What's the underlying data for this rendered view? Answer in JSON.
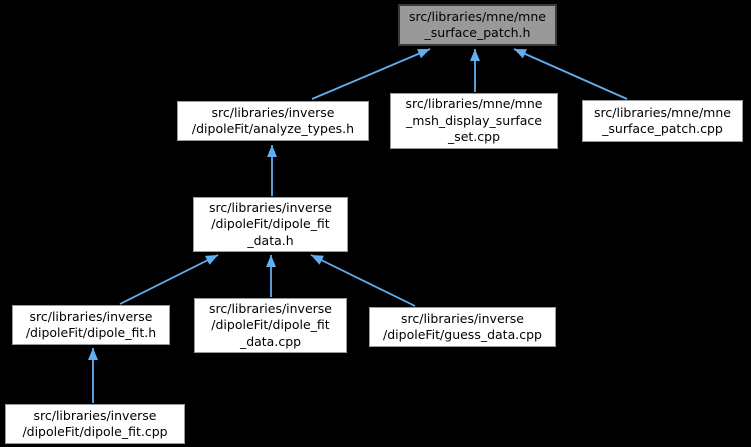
{
  "diagram": {
    "type": "include-dependency-graph",
    "background_color": "#000000",
    "edge_color": "#61aef0",
    "node_fill": "#ffffff",
    "node_border_color": "#9a9a9a",
    "node_text_color": "#000000",
    "current_node_fill": "#999999",
    "current_node_border_color": "#3a3a3a",
    "nodes": [
      {
        "id": "mne_surface_patch_h",
        "label": "src/libraries/mne/mne_surface_patch.h",
        "lines": [
          "src/libraries/mne/mne",
          "_surface_patch.h"
        ],
        "current": true
      },
      {
        "id": "analyze_types_h",
        "label": "src/libraries/inverse/dipoleFit/analyze_types.h",
        "lines": [
          "src/libraries/inverse",
          "/dipoleFit/analyze_types.h"
        ],
        "current": false
      },
      {
        "id": "mne_msh_display_surface_set_cpp",
        "label": "src/libraries/mne/mne_msh_display_surface_set.cpp",
        "lines": [
          "src/libraries/mne/mne",
          "_msh_display_surface",
          "_set.cpp"
        ],
        "current": false
      },
      {
        "id": "mne_surface_patch_cpp",
        "label": "src/libraries/mne/mne_surface_patch.cpp",
        "lines": [
          "src/libraries/mne/mne",
          "_surface_patch.cpp"
        ],
        "current": false
      },
      {
        "id": "dipole_fit_data_h",
        "label": "src/libraries/inverse/dipoleFit/dipole_fit_data.h",
        "lines": [
          "src/libraries/inverse",
          "/dipoleFit/dipole_fit",
          "_data.h"
        ],
        "current": false
      },
      {
        "id": "dipole_fit_h",
        "label": "src/libraries/inverse/dipoleFit/dipole_fit.h",
        "lines": [
          "src/libraries/inverse",
          "/dipoleFit/dipole_fit.h"
        ],
        "current": false
      },
      {
        "id": "dipole_fit_data_cpp",
        "label": "src/libraries/inverse/dipoleFit/dipole_fit_data.cpp",
        "lines": [
          "src/libraries/inverse",
          "/dipoleFit/dipole_fit",
          "_data.cpp"
        ],
        "current": false
      },
      {
        "id": "guess_data_cpp",
        "label": "src/libraries/inverse/dipoleFit/guess_data.cpp",
        "lines": [
          "src/libraries/inverse",
          "/dipoleFit/guess_data.cpp"
        ],
        "current": false
      },
      {
        "id": "dipole_fit_cpp",
        "label": "src/libraries/inverse/dipoleFit/dipole_fit.cpp",
        "lines": [
          "src/libraries/inverse",
          "/dipoleFit/dipole_fit.cpp"
        ],
        "current": false
      }
    ],
    "edges": [
      {
        "from": "analyze_types_h",
        "to": "mne_surface_patch_h"
      },
      {
        "from": "mne_msh_display_surface_set_cpp",
        "to": "mne_surface_patch_h"
      },
      {
        "from": "mne_surface_patch_cpp",
        "to": "mne_surface_patch_h"
      },
      {
        "from": "dipole_fit_data_h",
        "to": "analyze_types_h"
      },
      {
        "from": "dipole_fit_h",
        "to": "dipole_fit_data_h"
      },
      {
        "from": "dipole_fit_data_cpp",
        "to": "dipole_fit_data_h"
      },
      {
        "from": "guess_data_cpp",
        "to": "dipole_fit_data_h"
      },
      {
        "from": "dipole_fit_cpp",
        "to": "dipole_fit_h"
      }
    ]
  }
}
